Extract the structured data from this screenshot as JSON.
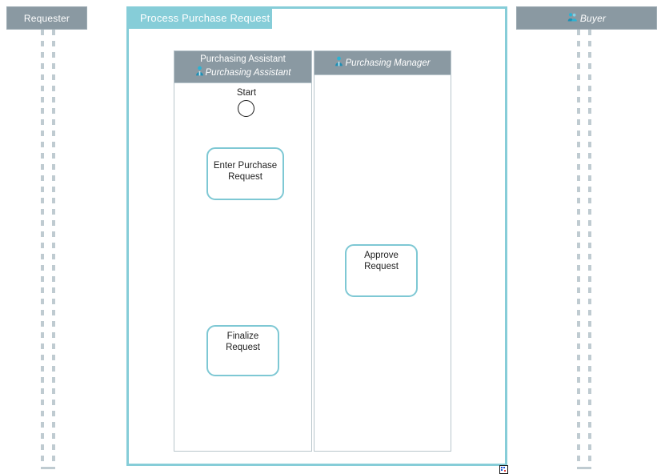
{
  "diagram": {
    "type": "bpmn-collaboration-diagram",
    "colors": {
      "pool_accent": "#86cdd8",
      "lane_header": "#8a99a2",
      "lane_border": "#b9c6cc",
      "task_border": "#7ec8d4",
      "lifeline": "#bfcbd1",
      "icon_cyan": "#2bb3d4",
      "text_on_header": "#ffffff",
      "text_body": "#1f1f1f"
    }
  },
  "participants": [
    {
      "id": "requester",
      "label": "Requester",
      "icon": "",
      "italic": false,
      "has_icon": false
    },
    {
      "id": "buyer",
      "label": "Buyer",
      "icon": "group-icon",
      "italic": true,
      "has_icon": true
    }
  ],
  "process_pool": {
    "title": "Process Purchase  Request",
    "lanes": [
      {
        "id": "purchasing-assistant",
        "name": "Purchasing Assistant",
        "role": "Purchasing  Assistant",
        "role_icon": "person-icon",
        "has_name_line": true
      },
      {
        "id": "purchasing-manager",
        "name": "",
        "role": "Purchasing Manager",
        "role_icon": "person-icon",
        "has_name_line": false
      }
    ]
  },
  "flow_nodes": [
    {
      "id": "start-event",
      "type": "start-event",
      "label": "Start",
      "lane": "purchasing-assistant"
    },
    {
      "id": "enter-purchase-request",
      "type": "task",
      "label": "Enter Purchase Request",
      "lane": "purchasing-assistant"
    },
    {
      "id": "approve-request",
      "type": "task",
      "label": "Approve Request",
      "lane": "purchasing-manager"
    },
    {
      "id": "finalize-request",
      "type": "task",
      "label": "Finalize Request",
      "lane": "purchasing-assistant"
    }
  ],
  "handle": {
    "name": "resize-handle-icon"
  }
}
